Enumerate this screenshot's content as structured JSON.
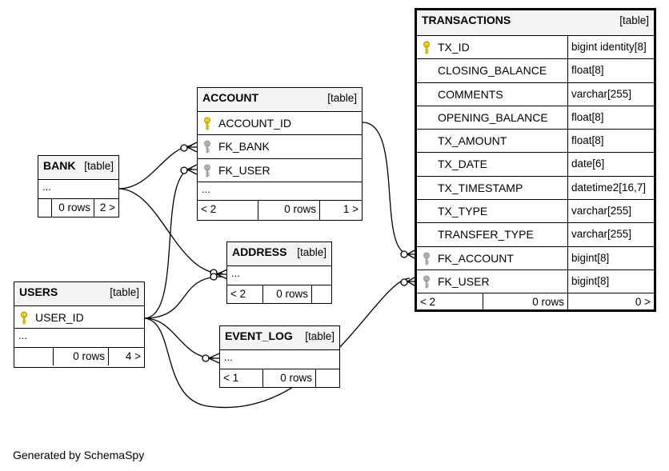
{
  "footer": "Generated by SchemaSpy",
  "colors": {
    "primary_key": "#f2d600",
    "foreign_key": "#b0b0b0",
    "header_bg": "#f4f4f4"
  },
  "tables": {
    "transactions": {
      "name": "TRANSACTIONS",
      "kind": "[table]",
      "columns": [
        {
          "name": "TX_ID",
          "type": "bigint identity[8]",
          "key": "primary"
        },
        {
          "name": "CLOSING_BALANCE",
          "type": "float[8]"
        },
        {
          "name": "COMMENTS",
          "type": "varchar[255]"
        },
        {
          "name": "OPENING_BALANCE",
          "type": "float[8]"
        },
        {
          "name": "TX_AMOUNT",
          "type": "float[8]"
        },
        {
          "name": "TX_DATE",
          "type": "date[6]"
        },
        {
          "name": "TX_TIMESTAMP",
          "type": "datetime2[16,7]"
        },
        {
          "name": "TX_TYPE",
          "type": "varchar[255]"
        },
        {
          "name": "TRANSFER_TYPE",
          "type": "varchar[255]"
        },
        {
          "name": "FK_ACCOUNT",
          "type": "bigint[8]",
          "key": "foreign"
        },
        {
          "name": "FK_USER",
          "type": "bigint[8]",
          "key": "foreign"
        }
      ],
      "footer": {
        "parents": "< 2",
        "rows": "0 rows",
        "children": "0 >"
      }
    },
    "account": {
      "name": "ACCOUNT",
      "kind": "[table]",
      "columns": [
        {
          "name": "ACCOUNT_ID",
          "key": "primary"
        },
        {
          "name": "FK_BANK",
          "key": "foreign"
        },
        {
          "name": "FK_USER",
          "key": "foreign"
        }
      ],
      "ellipsis": "...",
      "footer": {
        "parents": "< 2",
        "rows": "0 rows",
        "children": "1 >"
      }
    },
    "bank": {
      "name": "BANK",
      "kind": "[table]",
      "ellipsis": "...",
      "footer": {
        "rows": "0 rows",
        "children": "2 >"
      }
    },
    "address": {
      "name": "ADDRESS",
      "kind": "[table]",
      "ellipsis": "...",
      "footer": {
        "parents": "< 2",
        "rows": "0 rows"
      }
    },
    "users": {
      "name": "USERS",
      "kind": "[table]",
      "columns": [
        {
          "name": "USER_ID",
          "key": "primary"
        }
      ],
      "ellipsis": "...",
      "footer": {
        "rows": "0 rows",
        "children": "4 >"
      }
    },
    "event_log": {
      "name": "EVENT_LOG",
      "kind": "[table]",
      "ellipsis": "...",
      "footer": {
        "parents": "< 1",
        "rows": "0 rows"
      }
    }
  }
}
